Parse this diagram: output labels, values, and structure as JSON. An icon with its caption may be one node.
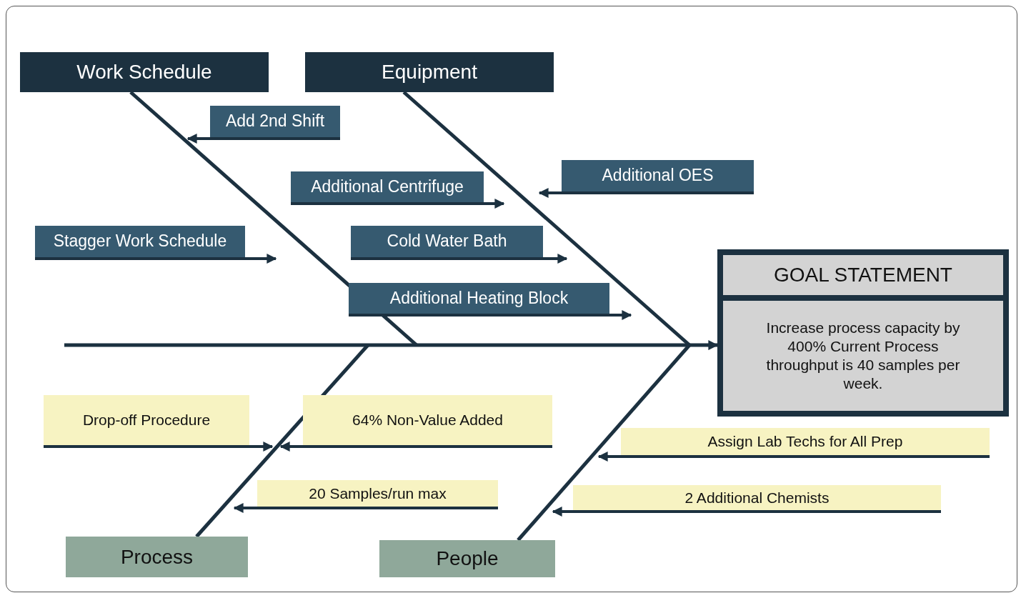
{
  "diagram": {
    "nodes": [
      {
        "text": [
          "Work Schedule"
        ]
      },
      {
        "text": [
          "Equipment"
        ]
      },
      {
        "text": [
          "Process"
        ]
      },
      {
        "text": [
          "People"
        ]
      },
      {
        "text": [
          "GOAL STATEMENT",
          "Increase process capacity by 400% Current Process throughput is 40 samples per week."
        ]
      },
      {
        "text": [
          "Add 2nd Shift"
        ]
      },
      {
        "text": [
          "Additional Centrifuge"
        ]
      },
      {
        "text": [
          "Additional OES"
        ]
      },
      {
        "text": [
          "Stagger Work Schedule"
        ]
      },
      {
        "text": [
          "Cold Water Bath"
        ]
      },
      {
        "text": [
          "Additional Heating Block"
        ]
      },
      {
        "text": [
          "Drop-off Procedure"
        ]
      },
      {
        "text": [
          "64% Non-Value Added"
        ]
      },
      {
        "text": [
          "Assign Lab Techs for All Prep"
        ]
      },
      {
        "text": [
          "20 Samples/run max"
        ]
      },
      {
        "text": [
          "2 Additional Chemists"
        ]
      }
    ],
    "edges": [
      {
        "from": null,
        "to": 4,
        "arrow": "to"
      },
      {
        "from": 0,
        "to": null,
        "arrow": "none"
      },
      {
        "from": 1,
        "to": null,
        "arrow": "none"
      },
      {
        "from": 2,
        "to": null,
        "arrow": "none"
      },
      {
        "from": 3,
        "to": null,
        "arrow": "none"
      },
      {
        "from": 5,
        "to": null,
        "arrow": "to"
      },
      {
        "from": 6,
        "to": null,
        "arrow": "to"
      },
      {
        "from": 7,
        "to": null,
        "arrow": "to"
      },
      {
        "from": 8,
        "to": null,
        "arrow": "to"
      },
      {
        "from": 9,
        "to": null,
        "arrow": "to"
      },
      {
        "from": 10,
        "to": null,
        "arrow": "to"
      },
      {
        "from": 11,
        "to": null,
        "arrow": "to"
      },
      {
        "from": 12,
        "to": null,
        "arrow": "to"
      },
      {
        "from": 13,
        "to": null,
        "arrow": "to"
      },
      {
        "from": 14,
        "to": null,
        "arrow": "to"
      },
      {
        "from": 15,
        "to": null,
        "arrow": "to"
      }
    ]
  }
}
